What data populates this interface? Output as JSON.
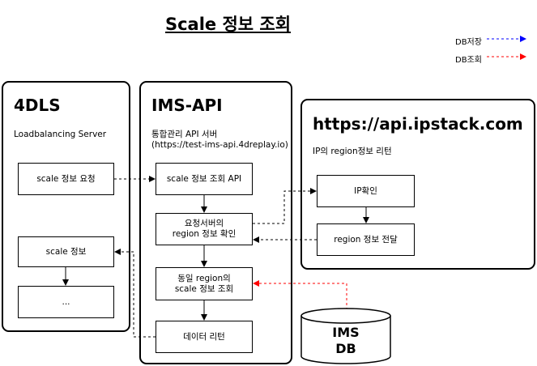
{
  "title": "Scale 정보 조회",
  "legend": {
    "save_label": "DB저장",
    "save_color": "#0000ff",
    "read_label": "DB조회",
    "read_color": "#ff0000"
  },
  "containers": {
    "dls": {
      "title": "4DLS",
      "subtitle": "Loadbalancing Server"
    },
    "ims_api": {
      "title": "IMS-API",
      "subtitle": "통합관리 API 서버\n(https://test-ims-api.4dreplay.io)"
    },
    "ipstack": {
      "title": "https://api.ipstack.com",
      "subtitle": "IP의 region정보 리턴"
    }
  },
  "nodes": {
    "scale_request": "scale 정보 요청",
    "scale_info": "scale 정보",
    "ellipsis": "...",
    "scale_lookup_api": "scale 정보 조회 API",
    "requester_region": "요청서버의\nregion 정보 확인",
    "same_region": "동일 region의\nscale 정보 조회",
    "data_return": "데이터 리턴",
    "ip_check": "IP확인",
    "region_deliver": "region 정보 전달"
  },
  "database": {
    "label": "IMS\nDB",
    "name": "ims-db"
  }
}
